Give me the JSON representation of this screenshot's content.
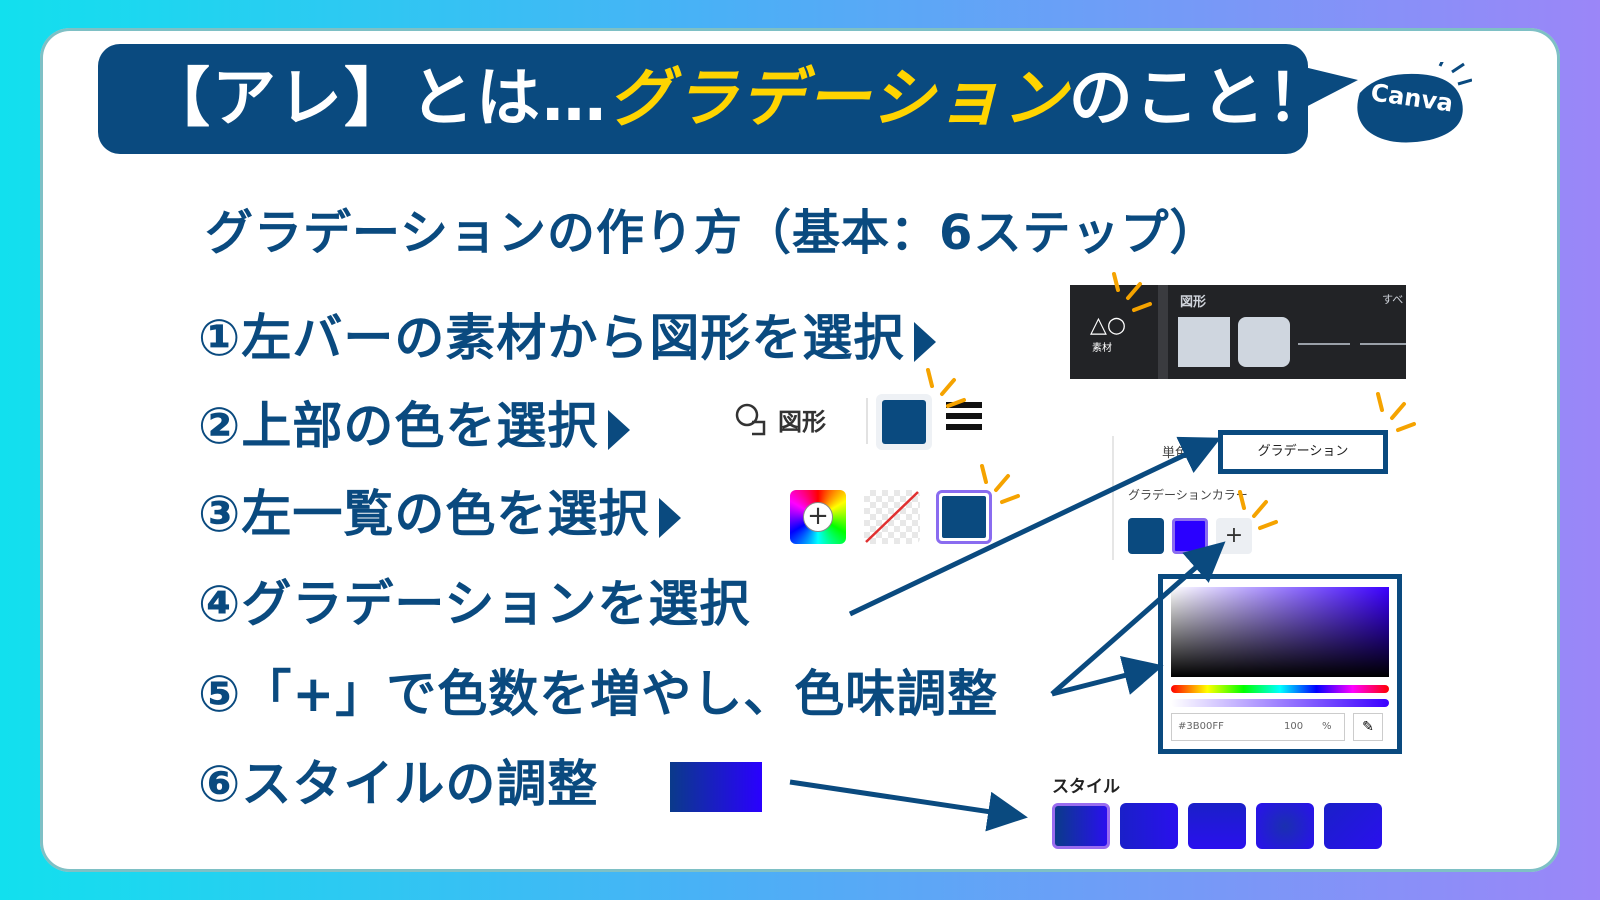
{
  "colors": {
    "navy": "#0a4a7f",
    "accent": "#ffd400",
    "gradient_end": "#2a00ff",
    "spark": "#f5a300"
  },
  "header": {
    "prefix": "【アレ】とは…",
    "highlight": "グラデーション",
    "suffix": "のこと！"
  },
  "logo": {
    "text": "Canva"
  },
  "subtitle": "グラデーションの作り方（基本：6ステップ）",
  "steps": [
    {
      "text": "①左バーの素材から図形を選択"
    },
    {
      "text": "②上部の色を選択"
    },
    {
      "text": "③左一覧の色を選択"
    },
    {
      "text": "④グラデーションを選択"
    },
    {
      "text": "⑤「+」で色数を増やし、色味調整"
    },
    {
      "text": "⑥スタイルの調整"
    }
  ],
  "panel_elements": {
    "icon": "shapes-icon",
    "label": "素材",
    "title": "図形",
    "more": "すべ"
  },
  "toolbar": {
    "icon": "shape-outline-icon",
    "label": "図形",
    "menu_icon": "line-style-icon"
  },
  "swatches3": [
    "add-color-icon",
    "no-color-icon",
    "navy-swatch"
  ],
  "color_tabs": {
    "solid": "単色",
    "gradient": "グラデーション",
    "section": "グラデーションカラー",
    "add": "+"
  },
  "picker": {
    "hex": "#3B00FF",
    "opacity": "100",
    "unit": "%",
    "eyedropper_icon": "eyedropper-icon"
  },
  "style": {
    "label": "スタイル",
    "count": 5
  }
}
